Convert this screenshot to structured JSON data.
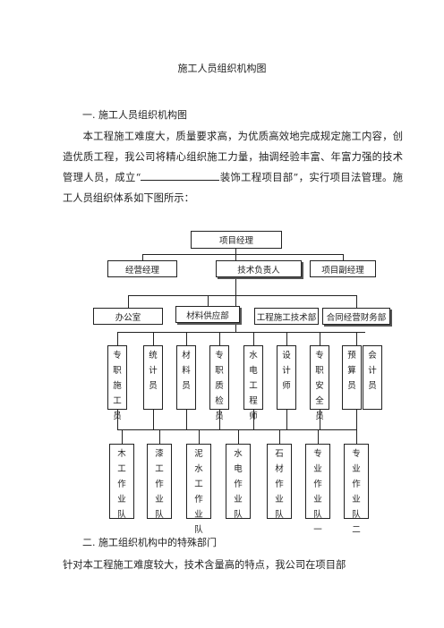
{
  "doc": {
    "title": "施工人员组织机构图",
    "section1_heading": "一.  施工人员组织机构图",
    "para1_a": "本工程施工难度大，质量要求高，为优质高效地完成规定施工内容，创造优质工程，我公司将精心组织施工力量，抽调经验丰富、年富力强的技术管理人员，成立“",
    "para1_b": "装饰工程项目部”，实行项目法管理。施工人员组织体系如下图所示：",
    "section2_heading": "二.  施工组织机构中的特殊部门",
    "para2": "针对本工程施工难度较大，技术含量高的特点，我公司在项目部"
  },
  "org": {
    "top": "项目经理",
    "level2": [
      "经营经理",
      "技术负责人",
      "项目副经理"
    ],
    "level3": [
      "办公室",
      "材料供应部",
      "工程施工技术部",
      "合同经营财务部"
    ],
    "staff": [
      [
        "专",
        "职",
        "施",
        "工",
        "员"
      ],
      [
        "统",
        "",
        "计",
        "",
        "员"
      ],
      [
        "材",
        "",
        "料",
        "",
        "员"
      ],
      [
        "专",
        "职",
        "质",
        "检",
        "员"
      ],
      [
        "水",
        "电",
        "工",
        "程",
        "师"
      ],
      [
        "设",
        "",
        "计",
        "",
        "师"
      ],
      [
        "专",
        "职",
        "安",
        "全",
        "员"
      ],
      [
        "预",
        "",
        "算",
        "",
        "员"
      ],
      [
        "会",
        "",
        "计",
        "",
        "员"
      ]
    ],
    "teams": [
      [
        "木",
        "工",
        "作",
        "业",
        "队"
      ],
      [
        "漆",
        "工",
        "作",
        "业",
        "队"
      ],
      [
        "泥",
        "水",
        "工",
        "作",
        "业",
        "队"
      ],
      [
        "水",
        "电",
        "作",
        "业",
        "队"
      ],
      [
        "石",
        "材",
        "作",
        "业",
        "队"
      ],
      [
        "专",
        "业",
        "作",
        "业",
        "队",
        "一"
      ],
      [
        "专",
        "业",
        "作",
        "业",
        "队",
        "二"
      ]
    ]
  }
}
